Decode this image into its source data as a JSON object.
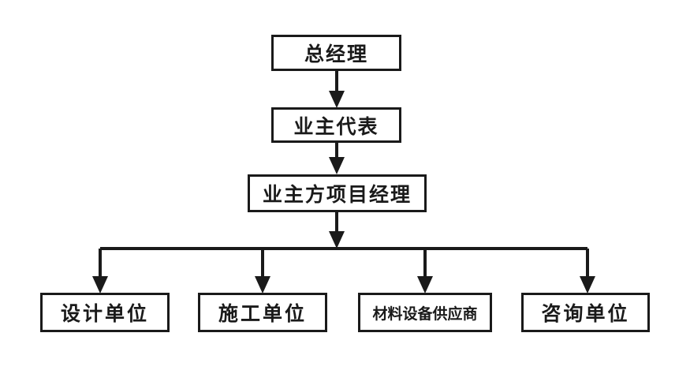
{
  "org_chart": {
    "general_manager": "总经理",
    "owner_representative": "业主代表",
    "owner_project_manager": "业主方项目经理",
    "units": {
      "design": "设计单位",
      "construction": "施工单位",
      "supplier": "材料设备供应商",
      "consulting": "咨询单位"
    }
  },
  "colors": {
    "line": "#1a1a1a",
    "background": "#ffffff"
  }
}
